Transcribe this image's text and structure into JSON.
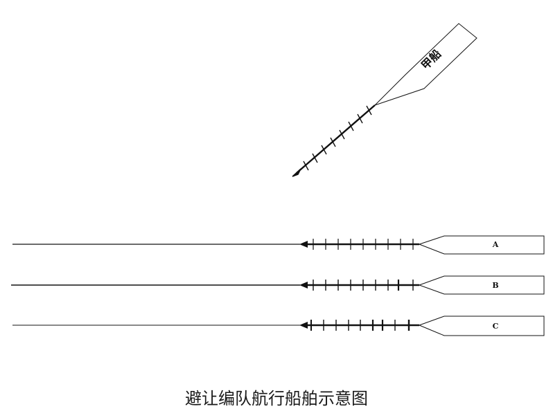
{
  "caption": "避让编队航行船舶示意图",
  "ship_jia": {
    "label": "甲船"
  },
  "formation": [
    {
      "label": "A"
    },
    {
      "label": "B"
    },
    {
      "label": "C"
    }
  ],
  "colors": {
    "line": "#111111",
    "background": "#ffffff"
  }
}
